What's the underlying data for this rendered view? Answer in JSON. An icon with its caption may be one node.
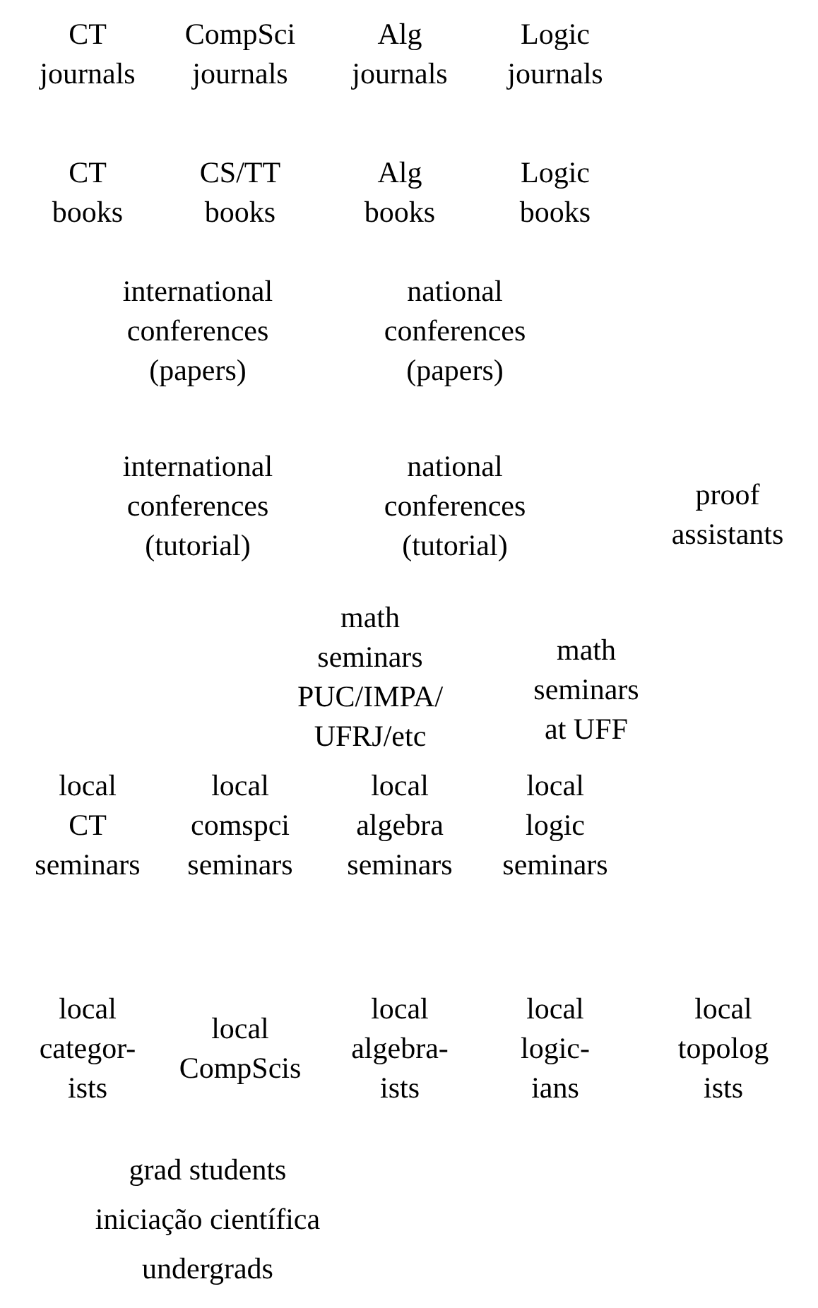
{
  "diagram": {
    "labels": [
      "CT journals",
      "CompSci journals",
      "Alg journals",
      "Logic journals",
      "CT books",
      "CS/TT books",
      "Alg books",
      "Logic books",
      "international conferences (papers)",
      "national conferences (papers)",
      "international conferences (tutorial)",
      "national conferences (tutorial)",
      "proof assistants",
      "math seminars PUC/IMPA/ UFRJ/etc",
      "math seminars at UFF",
      "local CT seminars",
      "local comspci seminars",
      "local algebra seminars",
      "local logic seminars",
      "local categor- ists",
      "local CompScis",
      "local algebra- ists",
      "local logic- ians",
      "local topolog ists",
      "grad students",
      "iniciação científica",
      "undergrads"
    ]
  }
}
